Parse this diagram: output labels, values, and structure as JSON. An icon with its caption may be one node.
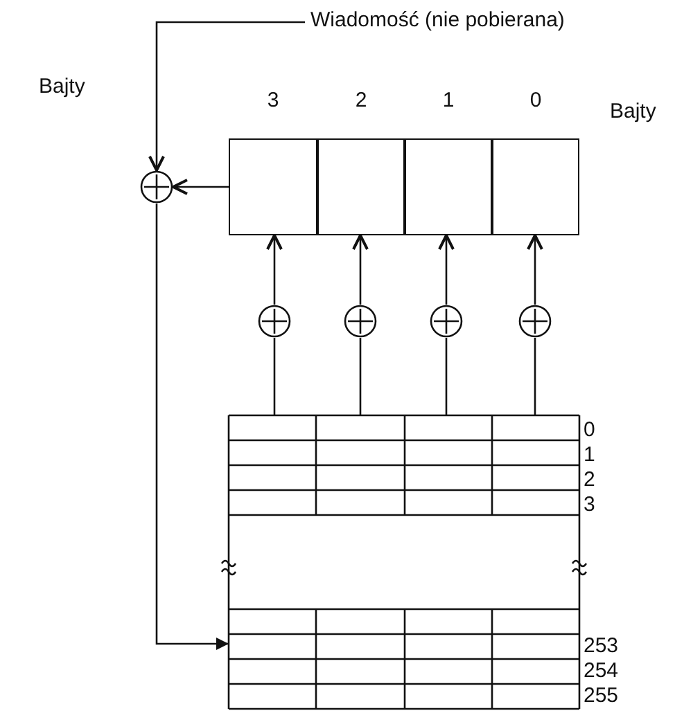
{
  "diagram": {
    "nodes": [
      {
        "text": [
          "Wiadomość (nie pobierana)"
        ]
      },
      {
        "text": [],
        "shape": "circle"
      },
      {
        "text": [
          "3"
        ]
      },
      {
        "text": [
          "2"
        ]
      },
      {
        "text": [
          "1"
        ]
      },
      {
        "text": [
          "0"
        ]
      },
      {
        "text": [],
        "shape": "circle"
      },
      {
        "text": [],
        "shape": "circle"
      },
      {
        "text": [],
        "shape": "circle"
      },
      {
        "text": [],
        "shape": "circle"
      },
      {
        "text": [],
        "shape": "box"
      }
    ],
    "edges": [
      {
        "from": 0,
        "to": 1,
        "arrow": "to"
      },
      {
        "from": 2,
        "to": 1,
        "arrow": "to"
      },
      {
        "from": 1,
        "to": 10,
        "arrow": "to"
      },
      {
        "from": 10,
        "to": 6,
        "arrow": "none"
      },
      {
        "from": 10,
        "to": 7,
        "arrow": "none"
      },
      {
        "from": 10,
        "to": 8,
        "arrow": "none"
      },
      {
        "from": 10,
        "to": 9,
        "arrow": "none"
      },
      {
        "from": 6,
        "to": 2,
        "arrow": "to"
      },
      {
        "from": 7,
        "to": 3,
        "arrow": "to"
      },
      {
        "from": 8,
        "to": 4,
        "arrow": "to"
      },
      {
        "from": 9,
        "to": 5,
        "arrow": "to"
      }
    ],
    "labels": [
      "Bajty",
      "Bajty",
      "0",
      "1",
      "2",
      "3",
      "253",
      "254",
      "255"
    ]
  }
}
